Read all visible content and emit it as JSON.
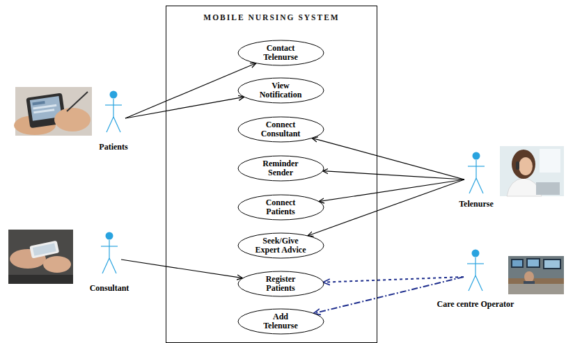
{
  "diagram": {
    "nodes": [
      {
        "text": [
          "MOBILE NURSING SYSTEM"
        ]
      },
      {
        "text": [
          "Contact Telenurse"
        ],
        "in": 0
      },
      {
        "text": [
          "View Notification"
        ],
        "in": 0
      },
      {
        "text": [
          "Connect Consultant"
        ],
        "in": 0
      },
      {
        "text": [
          "Reminder Sender"
        ],
        "in": 0
      },
      {
        "text": [
          "Connect Patients"
        ],
        "in": 0
      },
      {
        "text": [
          "Seek/Give Expert Advice"
        ],
        "in": 0
      },
      {
        "text": [
          "Register Patients"
        ],
        "in": 0
      },
      {
        "text": [
          "Add Telenurse"
        ],
        "in": 0
      },
      {
        "text": [
          "Patients"
        ]
      },
      {
        "text": [
          "Telenurse"
        ]
      },
      {
        "text": [
          "Consultant"
        ]
      },
      {
        "text": [
          "Care centre Operator"
        ]
      }
    ],
    "edges": [
      {
        "from": 9,
        "to": 1,
        "arrow": "to"
      },
      {
        "from": 9,
        "to": 2,
        "arrow": "to"
      },
      {
        "from": 10,
        "to": 3,
        "arrow": "to"
      },
      {
        "from": 10,
        "to": 4,
        "arrow": "to"
      },
      {
        "from": 10,
        "to": 5,
        "arrow": "to"
      },
      {
        "from": 10,
        "to": 6,
        "arrow": "to"
      },
      {
        "from": 11,
        "to": 7,
        "arrow": "to"
      },
      {
        "from": 12,
        "to": 7,
        "arrow": "to"
      },
      {
        "from": 12,
        "to": 8,
        "arrow": "to"
      }
    ]
  }
}
